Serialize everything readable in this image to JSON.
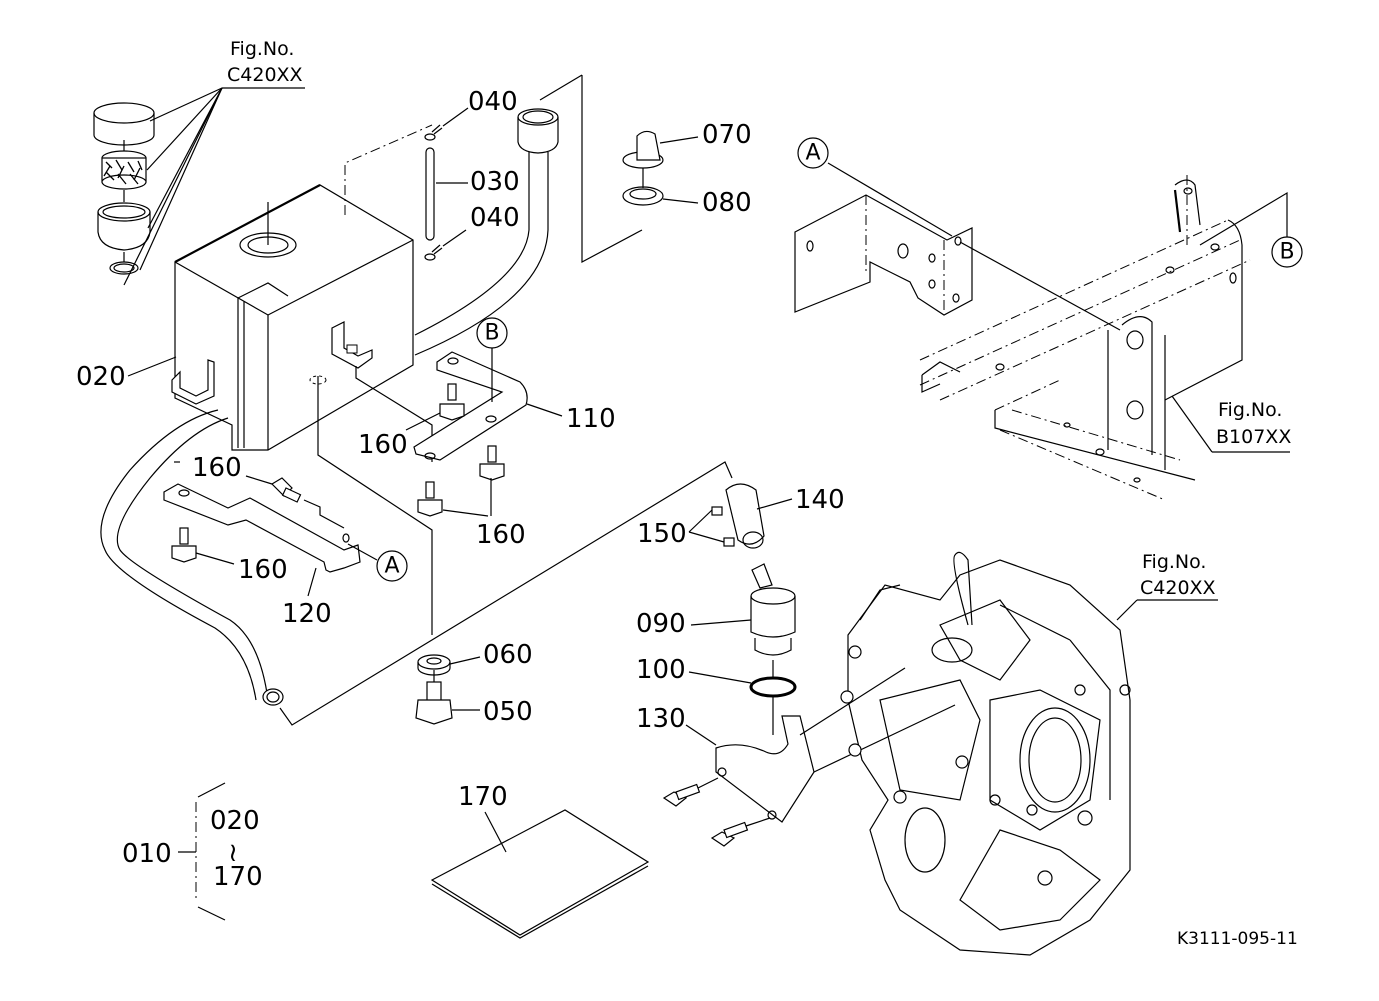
{
  "diagram": {
    "type": "exploded-parts-diagram",
    "drawing_code": "K3111-095-11",
    "figure_refs": [
      {
        "id": "fig-top-left",
        "label": "Fig.No.",
        "code": "C420XX"
      },
      {
        "id": "fig-right-frame",
        "label": "Fig.No.",
        "code": "B107XX"
      },
      {
        "id": "fig-transmission",
        "label": "Fig.No.",
        "code": "C420XX"
      }
    ],
    "connection_markers": {
      "A": "A",
      "B": "B"
    },
    "assembly": {
      "parent": "010",
      "range_start": "020",
      "range_tilde": "~",
      "range_end": "170"
    },
    "parts": {
      "p020": "020",
      "p030": "030",
      "p040a": "040",
      "p040b": "040",
      "p050": "050",
      "p060": "060",
      "p070": "070",
      "p080": "080",
      "p090": "090",
      "p100": "100",
      "p110": "110",
      "p120": "120",
      "p130": "130",
      "p140": "140",
      "p150": "150",
      "p160a": "160",
      "p160b": "160",
      "p160c": "160",
      "p160d": "160",
      "p170": "170"
    }
  }
}
